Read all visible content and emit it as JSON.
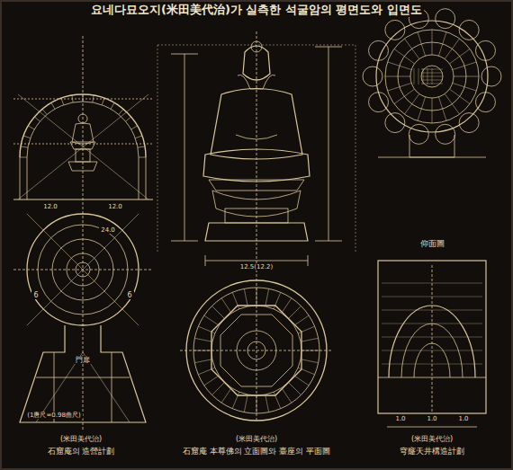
{
  "diagram": {
    "title": "요네다묘오지(米田美代治)가 실측한 석굴암의 평면도와 입면도",
    "labels": [
      "(米田美代治)",
      "石窟庵의 造營計劃",
      "(米田美代治)",
      "石窟庵 本尊佛의 立面圖와 臺座의 平面圖",
      "(米田美代治)",
      "穹窿天井構造計劃",
      "仰面圖",
      "門扉",
      "(1唐尺=0.98曲尺)",
      "12.0",
      "12.0",
      "24.0",
      "6",
      "6",
      "12.5(12.2)",
      "1.0",
      "1.0",
      "1.0"
    ]
  }
}
